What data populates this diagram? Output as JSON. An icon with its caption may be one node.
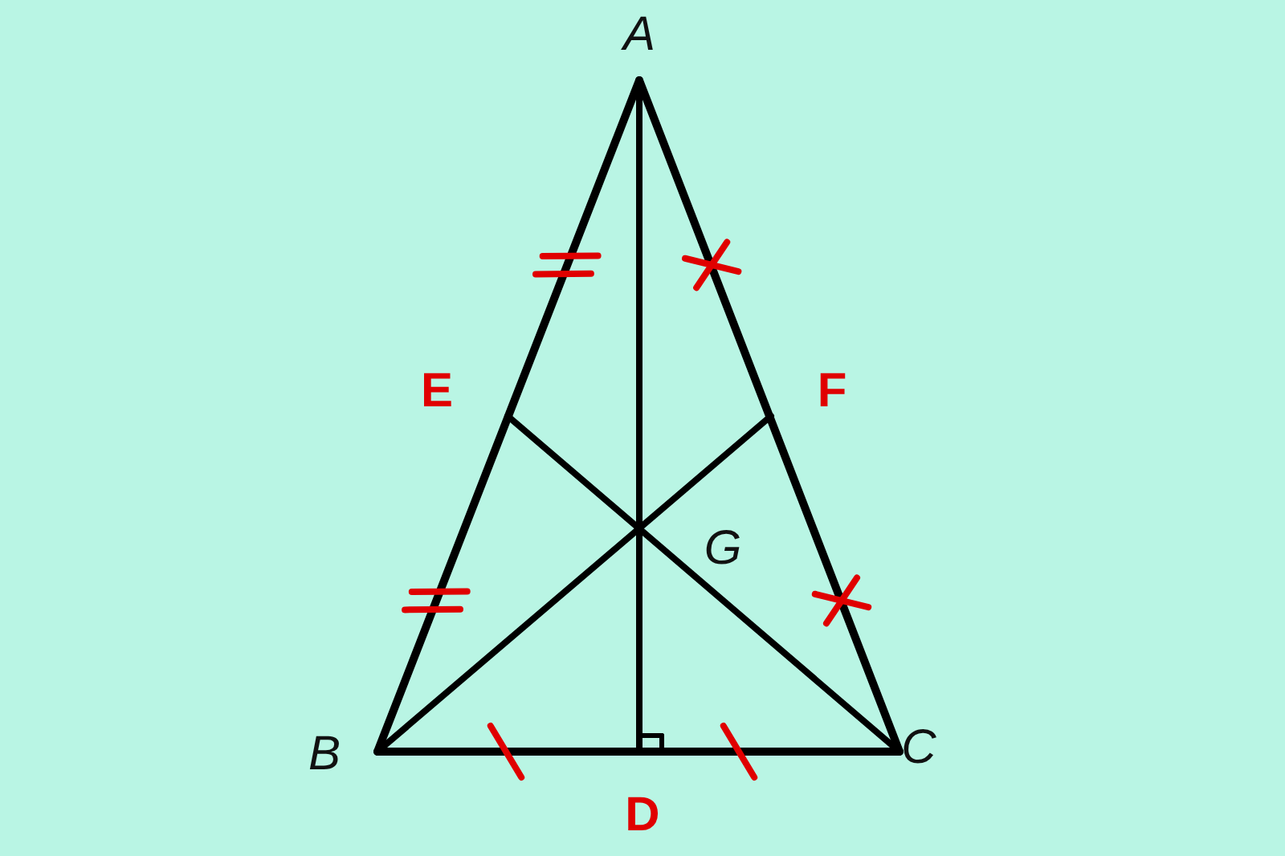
{
  "diagram": {
    "labels": [
      "A",
      "E",
      "F",
      "G",
      "B",
      "D",
      "C"
    ]
  }
}
